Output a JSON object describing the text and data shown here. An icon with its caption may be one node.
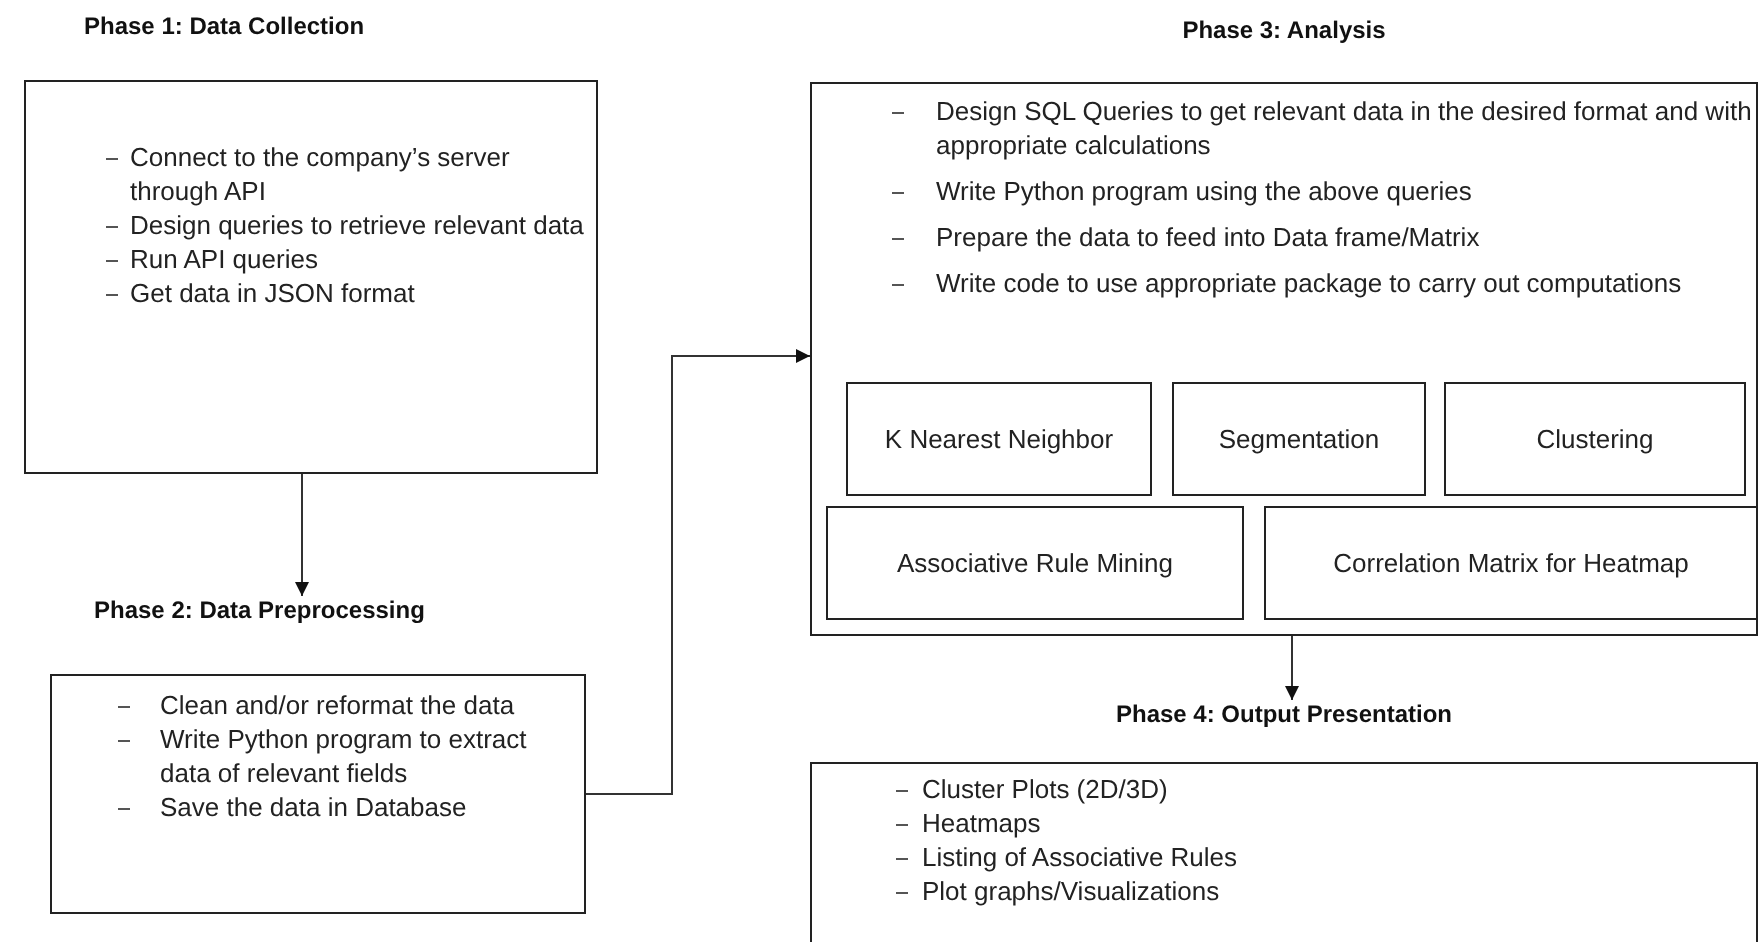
{
  "diagram": {
    "nodes": [
      {
        "text": [
          "Phase 1: Data Collection",
          "Connect to the company’s server through API",
          "Design queries to retrieve relevant data",
          "Run API queries",
          "Get data in JSON format"
        ]
      },
      {
        "text": [
          "Phase 2: Data Preprocessing",
          "Clean and/or reformat the data",
          "Write Python program to extract data of relevant fields",
          "Save the data in Database"
        ]
      },
      {
        "text": [
          "Phase 3: Analysis",
          "Design SQL Queries to get relevant data in the desired format and with appropriate calculations",
          "Write Python program using the above queries",
          "Prepare the data to feed into Data frame/Matrix",
          "Write code to use appropriate package to carry out computations"
        ]
      },
      {
        "text": [
          "K Nearest Neighbor"
        ],
        "in": 2
      },
      {
        "text": [
          "Segmentation"
        ],
        "in": 2
      },
      {
        "text": [
          "Clustering"
        ],
        "in": 2
      },
      {
        "text": [
          "Associative Rule Mining"
        ],
        "in": 2
      },
      {
        "text": [
          "Correlation Matrix for Heatmap"
        ],
        "in": 2
      },
      {
        "text": [
          "Phase 4: Output Presentation",
          "Cluster Plots (2D/3D)",
          "Heatmaps",
          "Listing of Associative Rules",
          "Plot graphs/Visualizations"
        ]
      }
    ],
    "edges": [
      {
        "from": 0,
        "to": 1,
        "arrow": "to"
      },
      {
        "from": 1,
        "to": 2,
        "arrow": "to"
      },
      {
        "from": 2,
        "to": 8,
        "arrow": "to"
      }
    ]
  }
}
